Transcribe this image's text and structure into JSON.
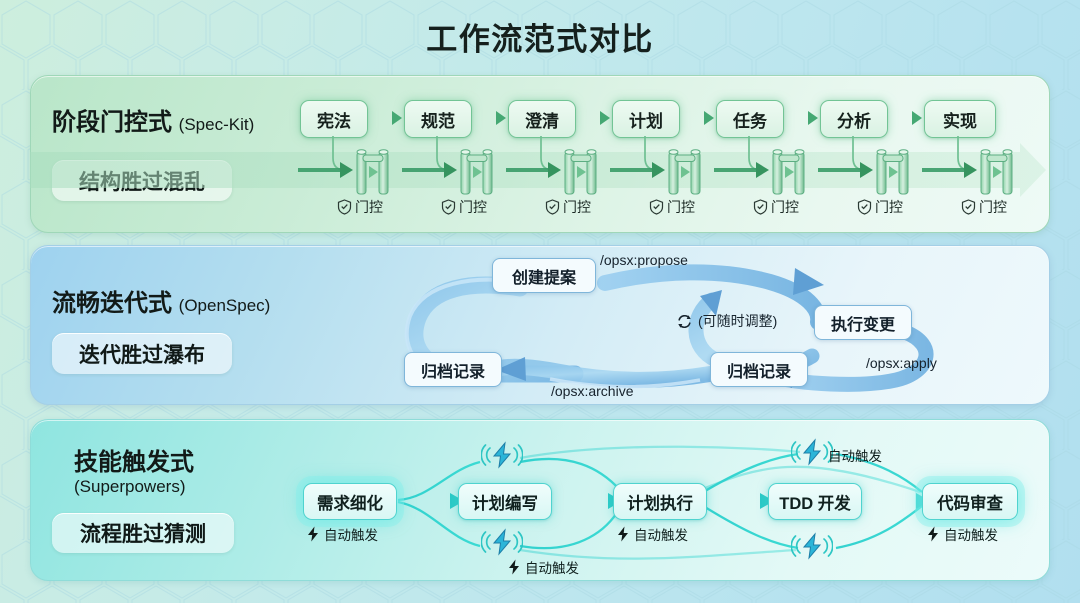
{
  "title": "工作流范式对比",
  "theme": {
    "bg_start": "#cdeedd",
    "bg_end": "#b1dfef",
    "panel1_accent": "#4fb37a",
    "panel2_accent": "#5aa3d8",
    "panel3_accent": "#2fc8c4"
  },
  "panels": [
    {
      "id": "spec-kit",
      "title_cn": "阶段门控式",
      "title_en": "(Spec-Kit)",
      "badge": "结构胜过混乱",
      "gate_label": "门控",
      "gate_icon": "shield-check-icon",
      "steps": [
        {
          "label": "宪法"
        },
        {
          "label": "规范"
        },
        {
          "label": "澄清"
        },
        {
          "label": "计划"
        },
        {
          "label": "任务"
        },
        {
          "label": "分析"
        },
        {
          "label": "实现"
        }
      ]
    },
    {
      "id": "openspec",
      "title_cn": "流畅迭代式",
      "title_en": "(OpenSpec)",
      "badge": "迭代胜过瀑布",
      "adjust_note": "(可随时调整)",
      "adjust_icon": "refresh-cycle-icon",
      "nodes": [
        {
          "label": "创建提案"
        },
        {
          "label": "执行变更"
        },
        {
          "label": "归档记录"
        },
        {
          "label": "归档记录"
        }
      ],
      "commands": [
        {
          "label": "/opsx:propose"
        },
        {
          "label": "/opsx:apply"
        },
        {
          "label": "/opsx:archive"
        }
      ]
    },
    {
      "id": "superpowers",
      "title_cn": "技能触发式",
      "title_en": "(Superpowers)",
      "badge": "流程胜过猜测",
      "trigger_label": "自动触发",
      "trigger_icon": "lightning-bolt-icon",
      "steps": [
        {
          "label": "需求细化",
          "trigger": true
        },
        {
          "label": "计划编写",
          "trigger": false
        },
        {
          "label": "计划执行",
          "trigger": true
        },
        {
          "label": "TDD 开发",
          "trigger": false
        },
        {
          "label": "代码审查",
          "trigger": true
        }
      ],
      "signal_triggers": [
        {
          "label": "自动触发",
          "show_label": false
        },
        {
          "label": "自动触发",
          "show_label": true
        },
        {
          "label": "自动触发",
          "show_label": true
        },
        {
          "label": "自动触发",
          "show_label": false
        }
      ]
    }
  ]
}
